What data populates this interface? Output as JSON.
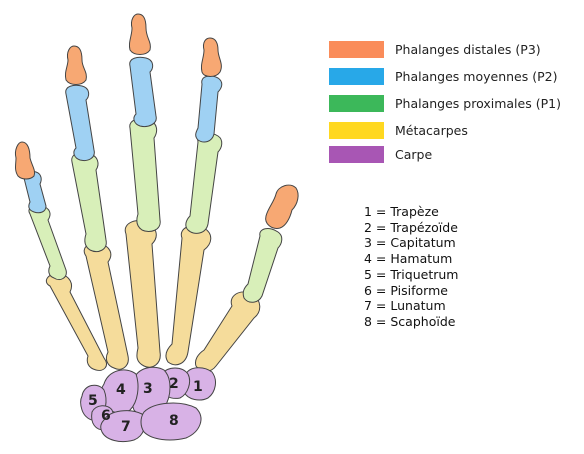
{
  "colors": {
    "distal": "#f7a873",
    "middle": "#9fd1f3",
    "proximal": "#d8efb9",
    "metacarpal": "#f5dc9b",
    "carpal": "#d8b2e6",
    "outline": "#444444"
  },
  "legend": [
    {
      "label": "Phalanges distales (P3)",
      "color": "#fa8c5a"
    },
    {
      "label": "Phalanges moyennes (P2)",
      "color": "#28a8e8"
    },
    {
      "label": "Phalanges proximales (P1)",
      "color": "#3cb85a"
    },
    {
      "label": "Métacarpes",
      "color": "#ffd820"
    },
    {
      "label": "Carpe",
      "color": "#a856b4"
    }
  ],
  "carpal_bones": [
    {
      "num": "1",
      "text": "1 = Trapèze"
    },
    {
      "num": "2",
      "text": "2 = Trapézoïde"
    },
    {
      "num": "3",
      "text": "3 = Capitatum"
    },
    {
      "num": "4",
      "text": "4 = Hamatum"
    },
    {
      "num": "5",
      "text": "5 = Triquetrum"
    },
    {
      "num": "6",
      "text": "6 = Pisiforme"
    },
    {
      "num": "7",
      "text": "7 = Lunatum"
    },
    {
      "num": "8",
      "text": "8 = Scaphoïde"
    }
  ]
}
